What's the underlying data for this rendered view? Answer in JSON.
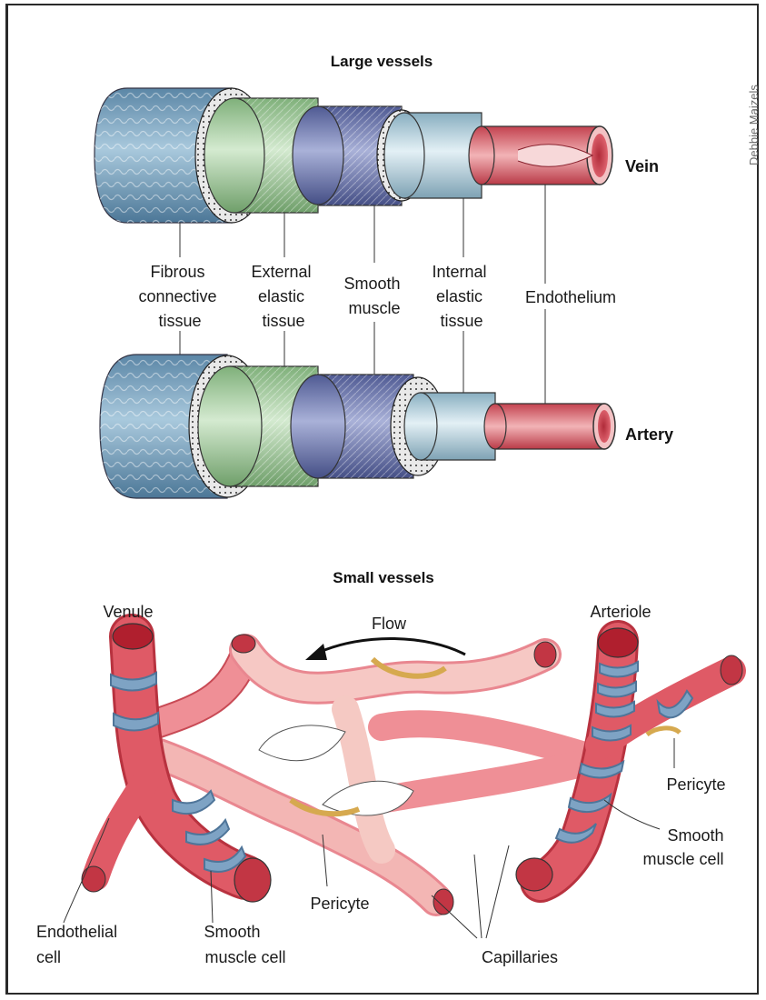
{
  "credit": "Debbie Maizels",
  "large": {
    "title": "Large vessels",
    "vein": "Vein",
    "artery": "Artery",
    "layers": {
      "fibrous": [
        "Fibrous",
        "connective",
        "tissue"
      ],
      "external": [
        "External",
        "elastic",
        "tissue"
      ],
      "smooth": [
        "Smooth",
        "muscle"
      ],
      "internal": [
        "Internal",
        "elastic",
        "tissue"
      ],
      "endothelium": [
        "Endothelium"
      ]
    }
  },
  "small": {
    "title": "Small vessels",
    "venule": "Venule",
    "arteriole": "Arteriole",
    "flow": "Flow",
    "pericyte_right": "Pericyte",
    "smooth_right": [
      "Smooth",
      "muscle cell"
    ],
    "endothelial": [
      "Endothelial",
      "cell"
    ],
    "smooth_left": [
      "Smooth",
      "muscle cell"
    ],
    "pericyte_mid": "Pericyte",
    "capillaries": "Capillaries"
  },
  "colors": {
    "fibrous": "#7fa9c6",
    "external": "#a9cfa3",
    "smooth": "#7d86b8",
    "internal": "#b9d6e2",
    "endothelium": "#d9646f",
    "vessel": "#df5a66",
    "capillary": "#ef8f96",
    "muscle_band": "#7ea3c4"
  }
}
